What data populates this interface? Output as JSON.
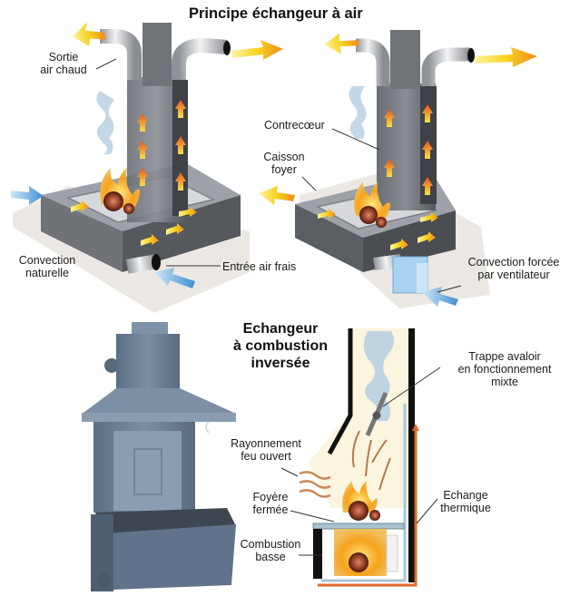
{
  "titles": {
    "main": "Principe échangeur à air",
    "secondary_lines": [
      "Echangeur",
      "à combustion",
      "inversée"
    ]
  },
  "panels": {
    "top_left": {
      "subject": "natural-convection-heat-exchanger",
      "labels": {
        "hot_air_outlet": [
          "Sortie",
          "air chaud"
        ],
        "natural_convection": [
          "Convection",
          "naturelle"
        ],
        "fresh_air_inlet": "Entrée air frais"
      }
    },
    "top_right": {
      "subject": "forced-convection-heat-exchanger",
      "labels": {
        "fireback": "Contrecœur",
        "firebox_casing": [
          "Caisson",
          "foyer"
        ],
        "forced_convection": [
          "Convection forcée",
          "par ventilateur"
        ]
      }
    },
    "bottom_left": {
      "subject": "fireplace-insert-photo"
    },
    "bottom_right": {
      "subject": "reverse-combustion-cross-section",
      "labels": {
        "damper": [
          "Trappe avaloir",
          "en fonctionnement",
          "mixte"
        ],
        "open_fire_radiation": [
          "Rayonnement",
          "feu ouvert"
        ],
        "closed_firebox": [
          "Foyère",
          "fermée"
        ],
        "low_combustion": [
          "Combustion",
          "basse"
        ],
        "heat_exchange": [
          "Echange",
          "thermique"
        ]
      }
    }
  },
  "colors": {
    "steel_dark": "#4a4d52",
    "steel_mid": "#7b7f86",
    "steel_light": "#b9bcc1",
    "hot_air_orange": "#f08a1c",
    "hot_air_yellow": "#f7d21f",
    "cold_air_blue": "#6fb3e6",
    "smoke_blue": "#b4cde0",
    "insert_blue_gray": "#6f8299",
    "exchange_orange": "#e06a2a",
    "exchange_blue": "#a8c6d6",
    "floor_beige": "#e9e5df"
  }
}
